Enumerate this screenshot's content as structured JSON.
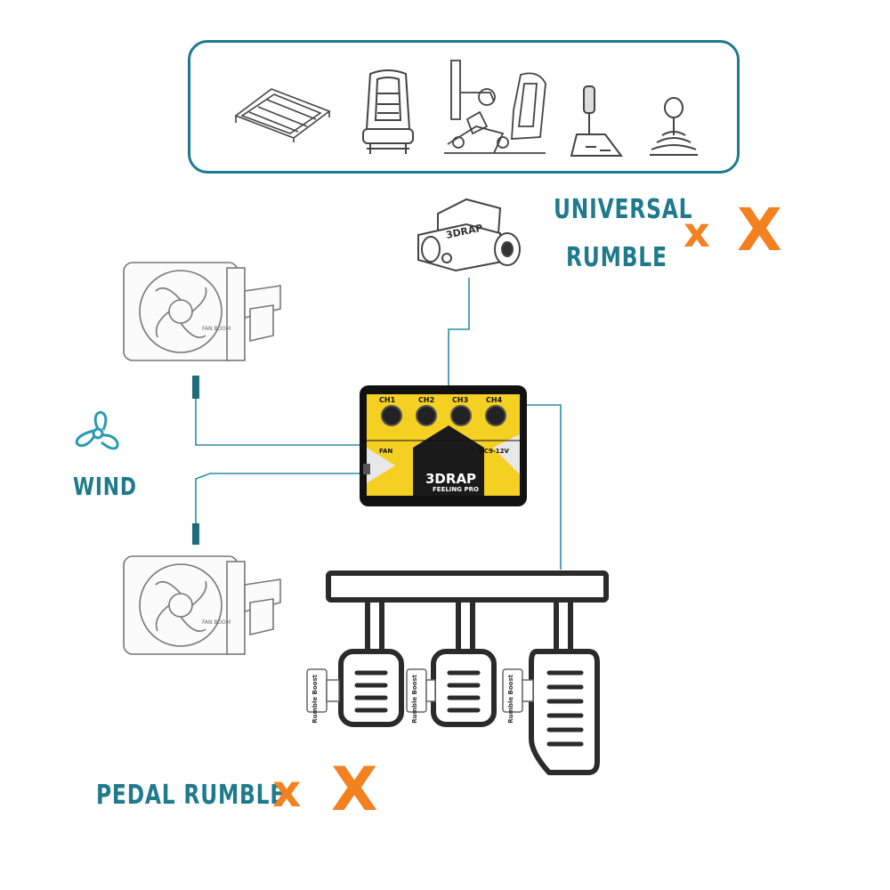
{
  "labels": {
    "universal_rumble_line1": "UNIVERSAL",
    "universal_rumble_line2": "RUMBLE",
    "wind": "WIND",
    "pedal_rumble": "PEDAL RUMBLE",
    "x_small": "x",
    "x_large": "X"
  },
  "module": {
    "brand": "3DRAP",
    "product": "FEELING PRO",
    "channels": [
      "CH1",
      "CH2",
      "CH3",
      "CH4"
    ],
    "power": "DC9-12V",
    "fan": "FAN"
  },
  "rumble_boost_label": "Rumble Boost",
  "fan_brand": "FAN BOOM",
  "accessories": [
    "mount-plate-icon",
    "racing-seat-icon",
    "sim-rig-icon",
    "handbrake-icon",
    "gear-shifter-icon"
  ],
  "colors": {
    "accent": "#1e7a8c",
    "highlight": "#f4811f",
    "module_yellow": "#f4d023",
    "wire": "#2a8fa3"
  }
}
